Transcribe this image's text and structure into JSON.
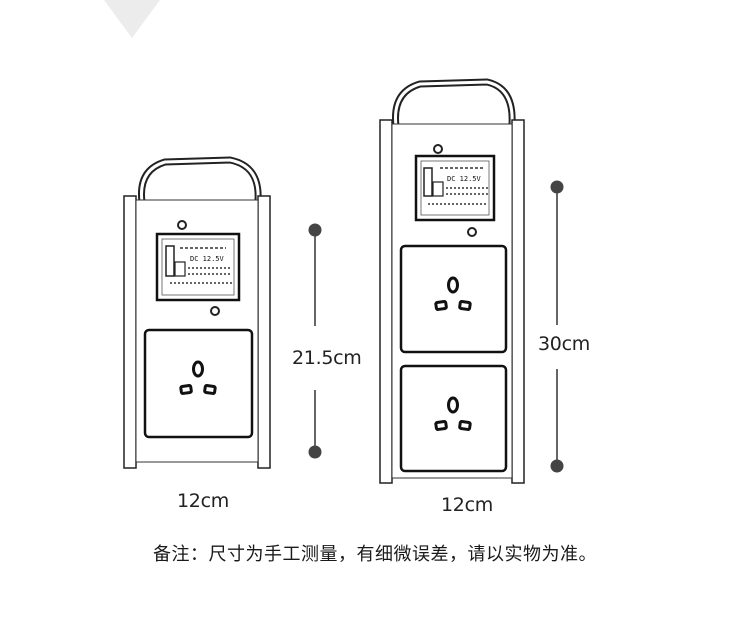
{
  "devices": {
    "small": {
      "height_label": "21.5cm",
      "width_label": "12cm",
      "panel_label": "DC 12.5V"
    },
    "large": {
      "height_label": "30cm",
      "width_label": "12cm",
      "panel_label": "DC 12.5V"
    }
  },
  "note": "备注：尺寸为手工测量，有细微误差，请以实物为准。",
  "colors": {
    "stroke": "#222222",
    "dot": "#444444",
    "background": "#ffffff"
  }
}
